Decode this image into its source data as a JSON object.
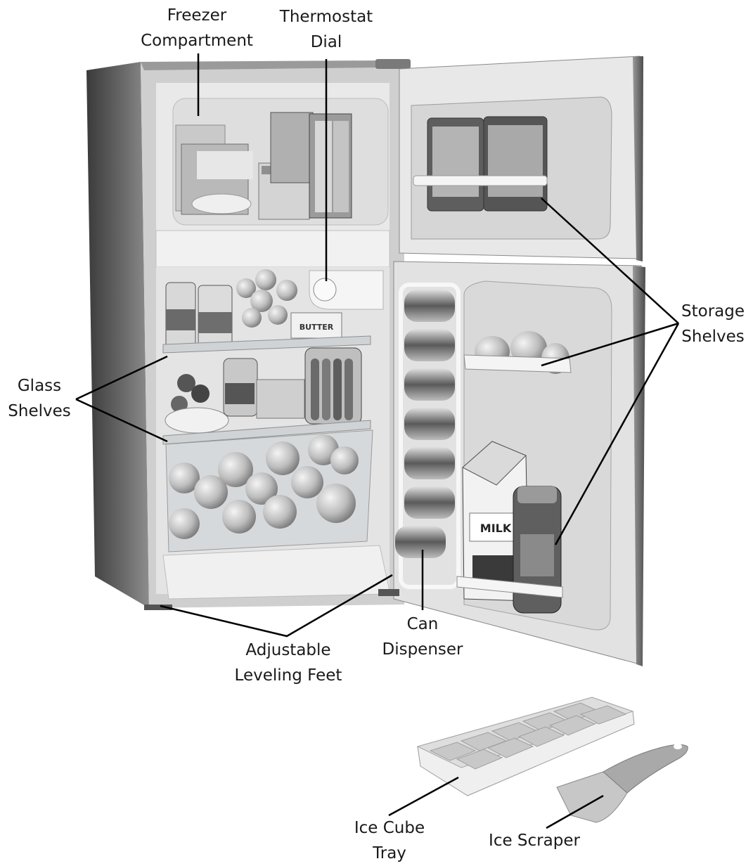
{
  "labels": {
    "freezer_compartment": [
      "Freezer",
      "Compartment"
    ],
    "thermostat_dial": [
      "Thermostat",
      "Dial"
    ],
    "storage_shelves": [
      "Storage",
      "Shelves"
    ],
    "glass_shelves": [
      "Glass",
      "Shelves"
    ],
    "can_dispenser": [
      "Can",
      "Dispenser"
    ],
    "adjustable_leveling_feet": [
      "Adjustable",
      "Leveling Feet"
    ],
    "ice_cube_tray": [
      "Ice Cube",
      "Tray"
    ],
    "ice_scraper": [
      "Ice Scraper"
    ]
  },
  "product_text": {
    "butter_label": "BUTTER",
    "milk_label": "MILK"
  },
  "colors": {
    "background": "#ffffff",
    "cabinet_dark": "#4a4a4a",
    "cabinet_mid": "#8a8a8a",
    "interior_light": "#e6e6e6",
    "door_liner": "#dcdcdc",
    "leader_line": "#000000"
  }
}
